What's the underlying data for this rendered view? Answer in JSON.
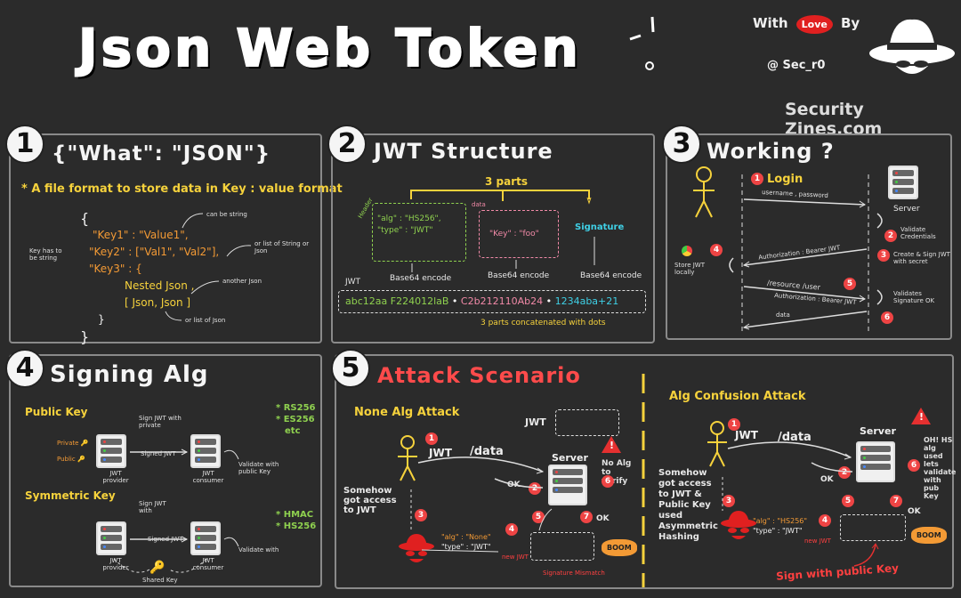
{
  "header": {
    "title": "Json Web Token",
    "with": "With",
    "love": "Love",
    "by": "By",
    "handle": "@ Sec_r0",
    "site": "Security Zines.com"
  },
  "panel1": {
    "number": "1",
    "title": "{\"What\": \"JSON\"}",
    "desc": "* A file format to store data in Key : value format",
    "brace_open": "{",
    "line1": "\"Key1\" : \"Value1\",",
    "line2": "\"Key2\" : [\"Val1\", \"Val2\"],",
    "line3": "\"Key3\" : {",
    "line4": "Nested Json ,",
    "line5": "[ Json, Json ]",
    "line6": "}",
    "brace_close": "}",
    "note_string": "can be string",
    "note_keys": "Key has to be string",
    "note_list": "or list of String or Json",
    "note_another": "another Json",
    "note_listjson": "or list of Json"
  },
  "panel2": {
    "number": "2",
    "title": "JWT Structure",
    "parts": "3 parts",
    "header_label": "Header",
    "data_label": "data",
    "signature": "Signature",
    "hdr1": "\"alg\" : \"HS256\",",
    "hdr2": "\"type\" : \"JWT\"",
    "data1": "\"Key\" : \"foo\"",
    "enc1": "Base64 encode",
    "enc2": "Base64 encode",
    "enc3": "Base64 encode",
    "jwt_label": "JWT",
    "tok1": "abc12aa F224012laB",
    "tok2": "C2b212110Ab24",
    "tok3": "1234aba+21",
    "concat": "3 parts concatenated with dots"
  },
  "panel3": {
    "number": "3",
    "title": "Working ?",
    "login": "Login",
    "creds": "username , password",
    "server": "Server",
    "validate": "Validate Credentials",
    "create": "Create & Sign JWT with secret",
    "auth1": "Authorization : Bearer JWT",
    "store": "Store JWT locally",
    "resource": "/resource /user",
    "auth2": "Authorization : Bearer JWT",
    "validates": "Validates Signature OK",
    "data": "data"
  },
  "panel4": {
    "number": "4",
    "title": "Signing Alg",
    "public_key": "Public Key",
    "algs1": [
      "* RS256",
      "* ES256",
      "etc"
    ],
    "sign_private": "Sign JWT with private",
    "private": "Private",
    "public": "Public",
    "signed_jwt": "Signed JWT",
    "provider": "JWT provider",
    "consumer": "JWT consumer",
    "validate_public": "Validate with public Key",
    "symmetric": "Symmetric Key",
    "algs2": [
      "* HMAC",
      "* HS256"
    ],
    "sign_jwt": "Sign JWT with",
    "validate_with": "Validate with",
    "shared": "Shared Key"
  },
  "panel5": {
    "number": "5",
    "title": "Attack Scenario",
    "none_title": "None Alg Attack",
    "jwt": "JWT",
    "data_path": "/data",
    "server": "Server",
    "no_alg": "No Alg to verify",
    "ok": "OK",
    "somehow": "Somehow got access to JWT",
    "alg_none": "\"alg\" : \"None\"",
    "type_jwt": "\"type\" : \"JWT\"",
    "new_jwt": "new JWT",
    "boom": "BOOM",
    "sig_mismatch": "Signature Mismatch",
    "conf_title": "Alg Confusion Attack",
    "conf_server": "Server",
    "oh": "OH! HS alg used lets validate with pub Key",
    "somehow2": "Somehow got access to JWT & Public Key used Asymmetric Hashing",
    "alg_hs": "\"alg\" : \"HS256\"",
    "sign_pub": "Sign with public Key"
  },
  "colors": {
    "background": "#2b2b2b",
    "panel_border": "#8a8a8a",
    "yellow": "#f6d23c",
    "orange": "#f39a35",
    "green": "#8fd14f",
    "pink": "#f28aa8",
    "cyan": "#3fd0e6",
    "red": "#e53030"
  }
}
